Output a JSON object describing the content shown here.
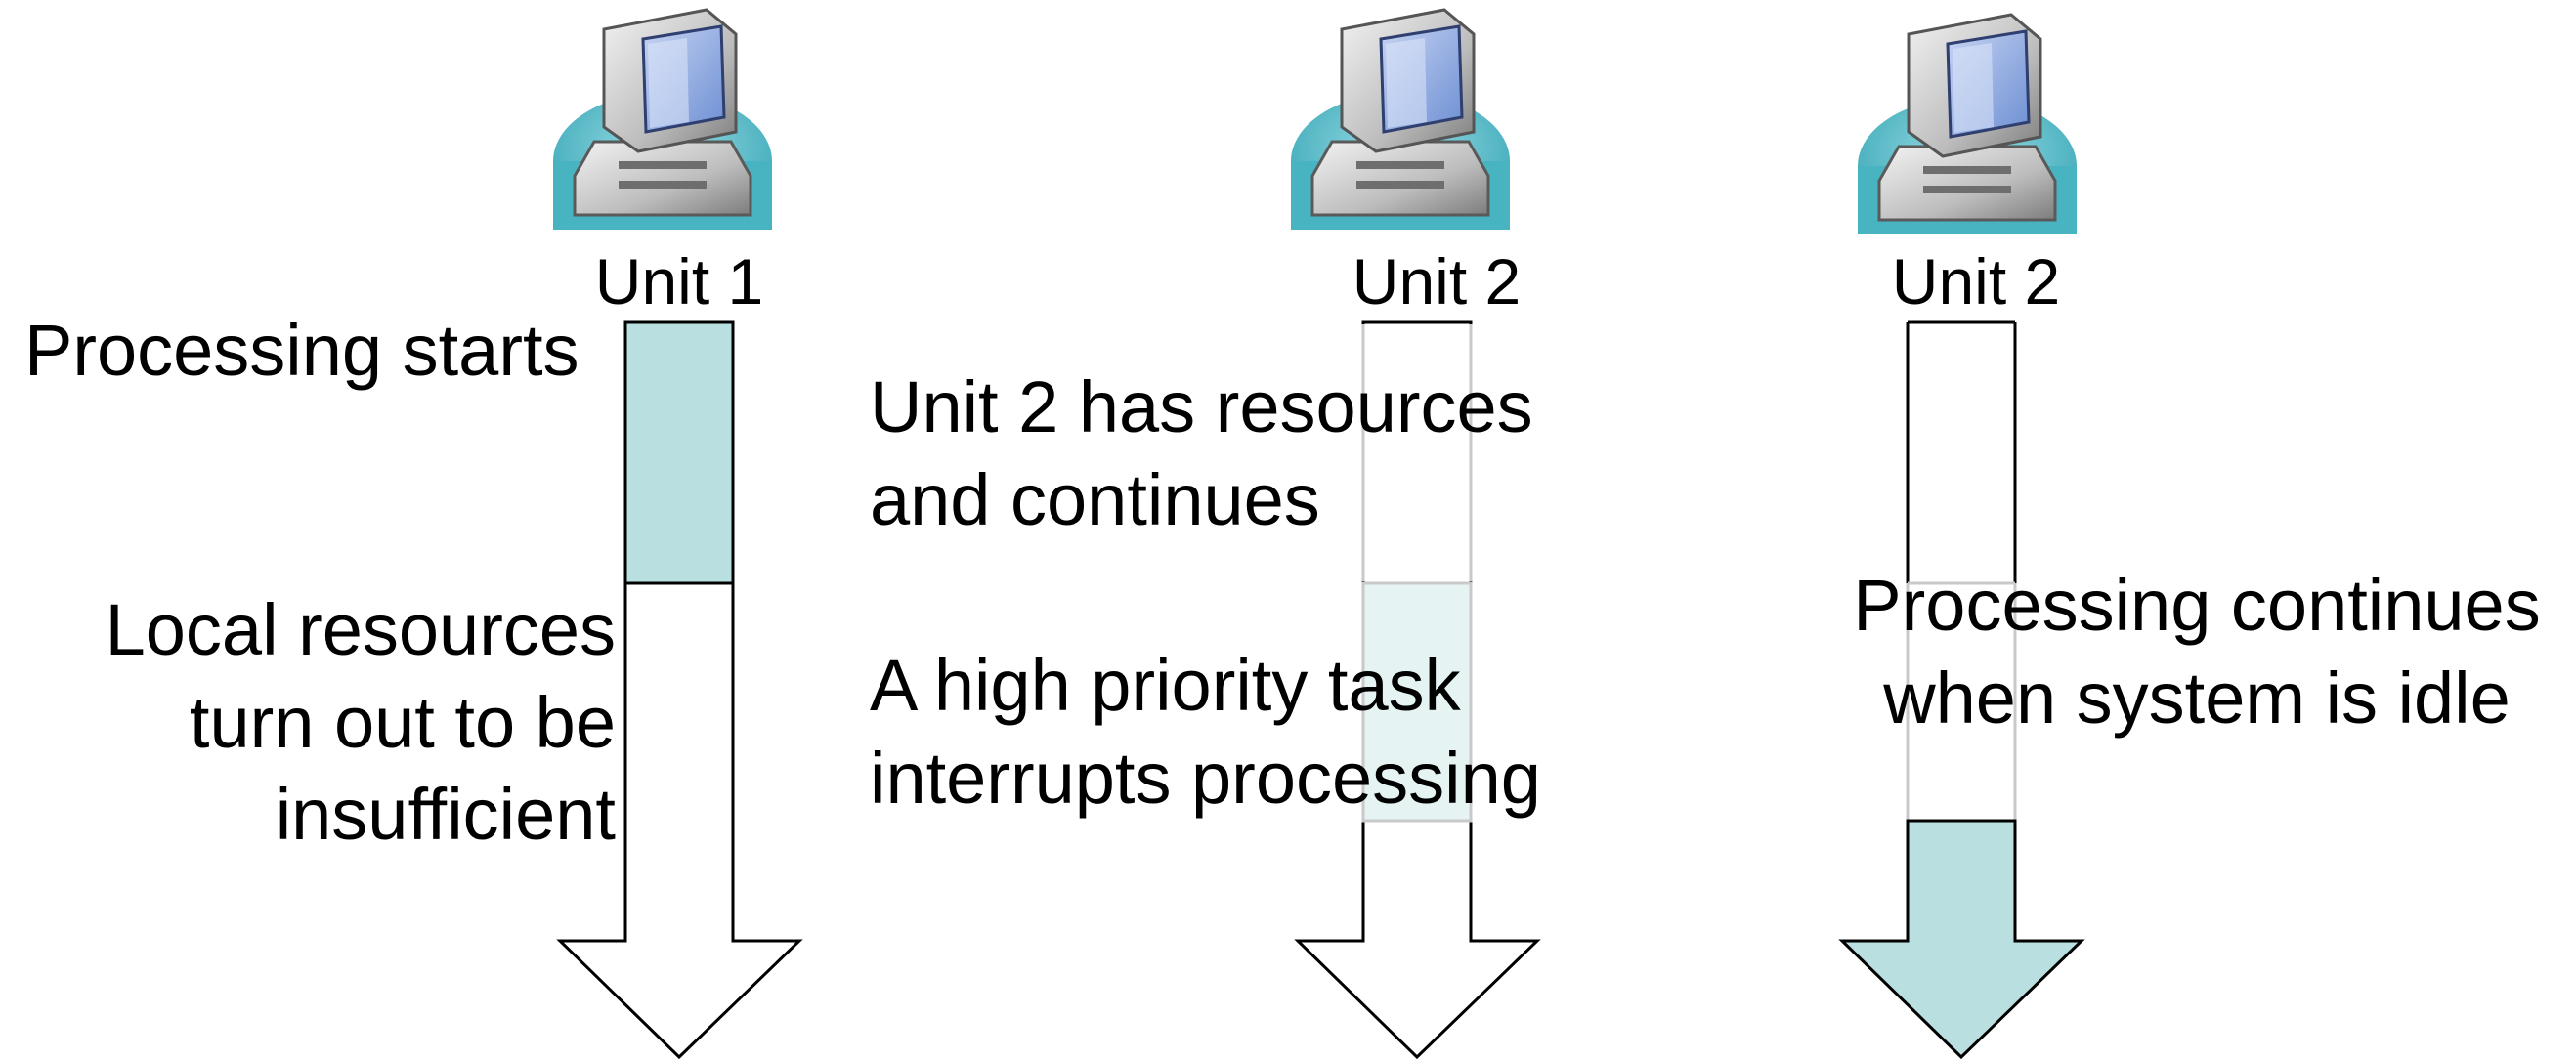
{
  "colors": {
    "fill_strong": "#b9dfe0",
    "fill_light": "#e6f3f3",
    "stroke": "#000000",
    "stroke_faint": "#c9c9c9",
    "screen_blue": "#8ea9de",
    "base_teal": "#5ec3cf"
  },
  "icons": [
    "computer-icon",
    "computer-icon",
    "computer-icon"
  ],
  "columns": [
    {
      "unit_label": "Unit 1",
      "captions": {
        "top": "Processing starts",
        "bottom": [
          "Local resources",
          "turn out to be",
          "insufficient"
        ]
      }
    },
    {
      "unit_label": "Unit 2",
      "captions": {
        "top": [
          "Unit 2 has resources",
          "and continues"
        ],
        "bottom": [
          "A high priority task",
          "interrupts processing"
        ]
      }
    },
    {
      "unit_label": "Unit 2",
      "captions": {
        "bottom": [
          "Processing continues",
          "when system is idle"
        ]
      }
    }
  ]
}
